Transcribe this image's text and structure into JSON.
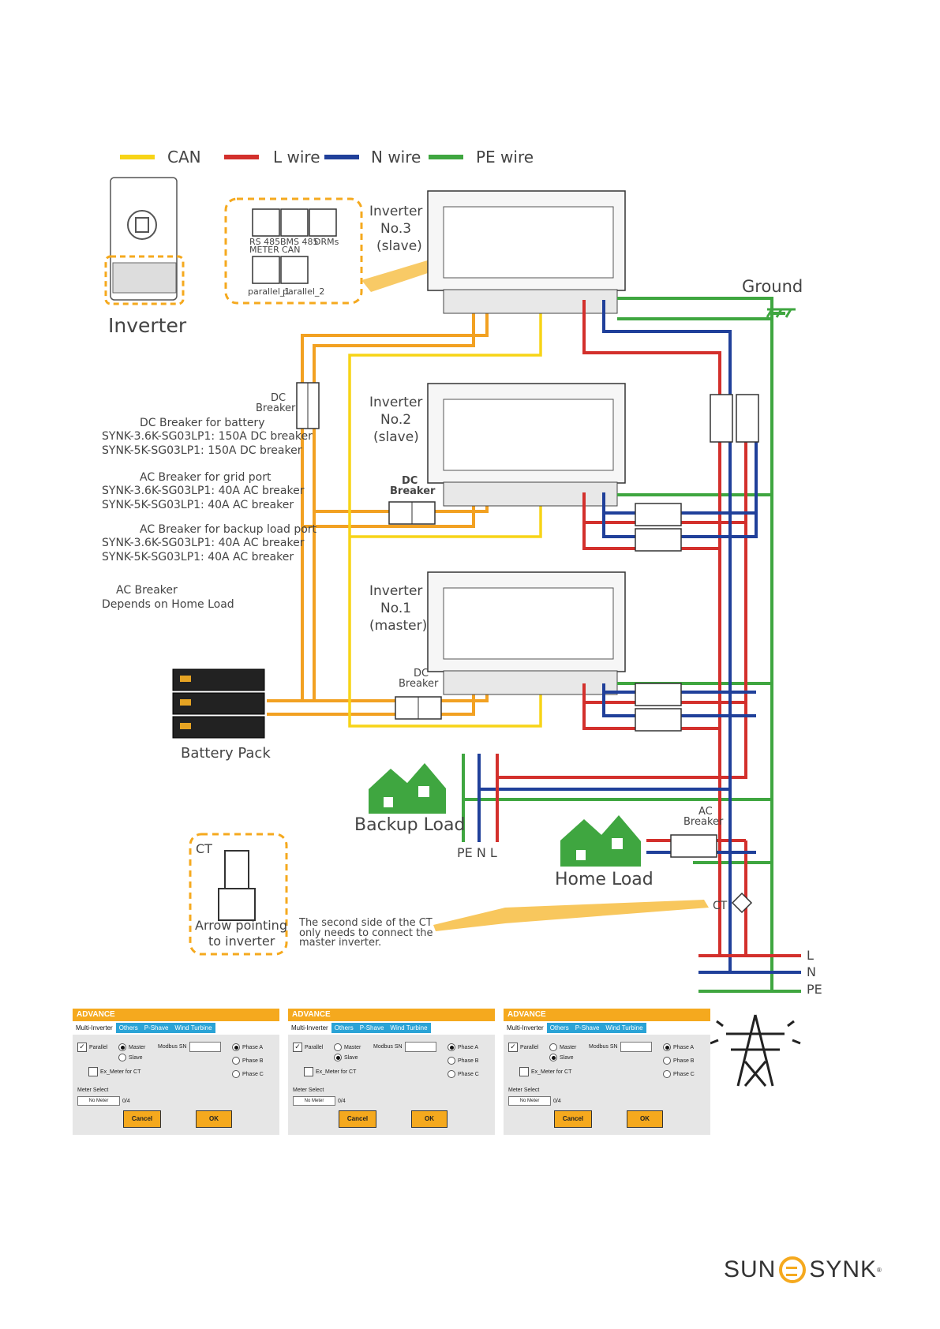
{
  "legend": {
    "can": {
      "label": "CAN",
      "color": "#f7d417"
    },
    "l_wire": {
      "label": "L wire",
      "color": "#d3302c"
    },
    "n_wire": {
      "label": "N wire",
      "color": "#20409a"
    },
    "pe_wire": {
      "label": "PE wire",
      "color": "#3fa640"
    }
  },
  "dc_wire_color": "#f2a122",
  "port_callout": {
    "inverter_label": "Inverter",
    "ports": [
      "RS 485",
      "BMS 485",
      "DRMs",
      "METER",
      "CAN",
      "parallel_1",
      "parallel_2"
    ]
  },
  "inverters": [
    {
      "line1": "Inverter",
      "line2": "No.3",
      "line3": "(slave)"
    },
    {
      "line1": "Inverter",
      "line2": "No.2",
      "line3": "(slave)"
    },
    {
      "line1": "Inverter",
      "line2": "No.1",
      "line3": "(master)"
    }
  ],
  "ground_label": "Ground",
  "notes": {
    "dc_breaker_battery_title": "DC Breaker for battery",
    "dc_breaker_battery_line1": "SYNK-3.6K-SG03LP1: 150A DC breaker",
    "dc_breaker_battery_line2": "SYNK-5K-SG03LP1: 150A DC breaker",
    "ac_grid_title": "AC Breaker for grid port",
    "ac_grid_line1": "SYNK-3.6K-SG03LP1: 40A AC breaker",
    "ac_grid_line2": "SYNK-5K-SG03LP1: 40A AC breaker",
    "ac_backup_title": "AC Breaker for backup load port",
    "ac_backup_line1": "SYNK-3.6K-SG03LP1: 40A AC breaker",
    "ac_backup_line2": "SYNK-5K-SG03LP1: 40A AC breaker",
    "ac_home_title": "AC Breaker",
    "ac_home_line1": "Depends on Home Load"
  },
  "labels": {
    "dc_label": "DC",
    "breaker_label": "Breaker",
    "ac_label": "AC",
    "battery_pack": "Battery Pack",
    "backup_load": "Backup Load",
    "pe_n_l": "PE N  L",
    "home_load": "Home Load",
    "ct": "CT",
    "ct_arrow_line1": "Arrow pointing",
    "ct_arrow_line2": "to inverter",
    "ct_note_line1": "The second side of the CT",
    "ct_note_line2": "only needs to  connect the",
    "ct_note_line3": "master inverter.",
    "grid_l": "L",
    "grid_n": "N",
    "grid_pe": "PE"
  },
  "advance_panels": [
    {
      "title": "ADVANCE",
      "tabs": [
        "Multi-Inverter",
        "Others",
        "P-Shave",
        "Wind Turbine"
      ],
      "parallel": "Parallel",
      "master": "Master",
      "slave": "Slave",
      "selected_role": "Master",
      "modbus": "Modbus SN",
      "phase_a": "Phase A",
      "phase_b": "Phase B",
      "phase_c": "Phase C",
      "selected_phase": "Phase A",
      "ex_meter": "Ex_Meter for CT",
      "meter_select": "Meter Select",
      "meter_value": "No Meter",
      "meter_count": "0/4",
      "cancel": "Cancel",
      "ok": "OK"
    },
    {
      "title": "ADVANCE",
      "tabs": [
        "Multi-Inverter",
        "Others",
        "P-Shave",
        "Wind Turbine"
      ],
      "parallel": "Parallel",
      "master": "Master",
      "slave": "Slave",
      "selected_role": "Slave",
      "modbus": "Modbus SN",
      "phase_a": "Phase A",
      "phase_b": "Phase B",
      "phase_c": "Phase C",
      "selected_phase": "Phase A",
      "ex_meter": "Ex_Meter for CT",
      "meter_select": "Meter Select",
      "meter_value": "No Meter",
      "meter_count": "0/4",
      "cancel": "Cancel",
      "ok": "OK"
    },
    {
      "title": "ADVANCE",
      "tabs": [
        "Multi-Inverter",
        "Others",
        "P-Shave",
        "Wind Turbine"
      ],
      "parallel": "Parallel",
      "master": "Master",
      "slave": "Slave",
      "selected_role": "Slave",
      "modbus": "Modbus SN",
      "phase_a": "Phase A",
      "phase_b": "Phase B",
      "phase_c": "Phase C",
      "selected_phase": "Phase A",
      "ex_meter": "Ex_Meter for CT",
      "meter_select": "Meter Select",
      "meter_value": "No Meter",
      "meter_count": "0/4",
      "cancel": "Cancel",
      "ok": "OK"
    }
  ],
  "brand": {
    "left": "SUN",
    "right": "SYNK",
    "mark": "®"
  }
}
